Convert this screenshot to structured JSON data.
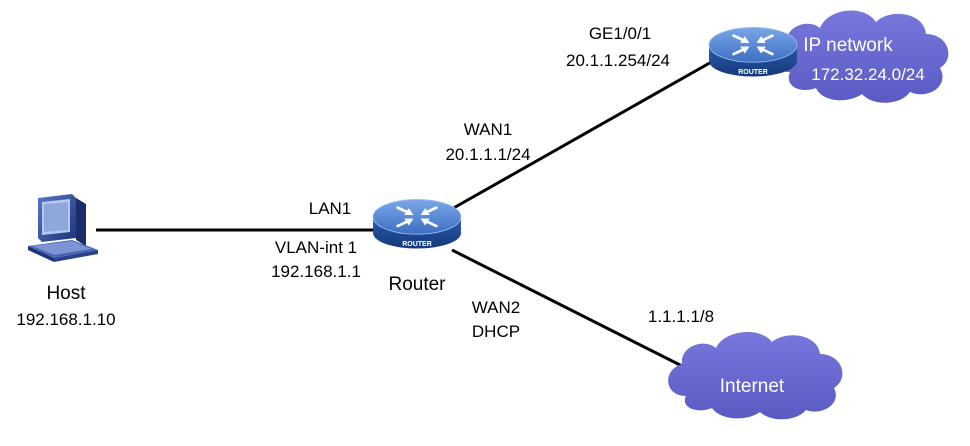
{
  "colors": {
    "link": "#000000",
    "router_dark": "#1f4f9a",
    "router_light": "#5d8fd9",
    "cloud": "#6a6ad0",
    "cloud_text": "#ffffff"
  },
  "icons": {
    "router": "router-icon",
    "host": "desktop-computer-icon",
    "cloud": "cloud-icon"
  },
  "host": {
    "name": "Host",
    "ip": "192.168.1.10"
  },
  "router": {
    "name": "Router",
    "badge": "ROUTER",
    "lan": {
      "port": "LAN1",
      "interface": "VLAN-int 1",
      "ip": "192.168.1.1"
    },
    "wan1": {
      "port": "WAN1",
      "ip": "20.1.1.1/24"
    },
    "wan2": {
      "port": "WAN2",
      "mode": "DHCP"
    }
  },
  "remote_router": {
    "badge": "ROUTER",
    "port": "GE1/0/1",
    "ip": "20.1.1.254/24"
  },
  "ip_network": {
    "name": "IP network",
    "subnet": "172.32.24.0/24"
  },
  "internet": {
    "name": "Internet",
    "ip": "1.1.1.1/8"
  }
}
